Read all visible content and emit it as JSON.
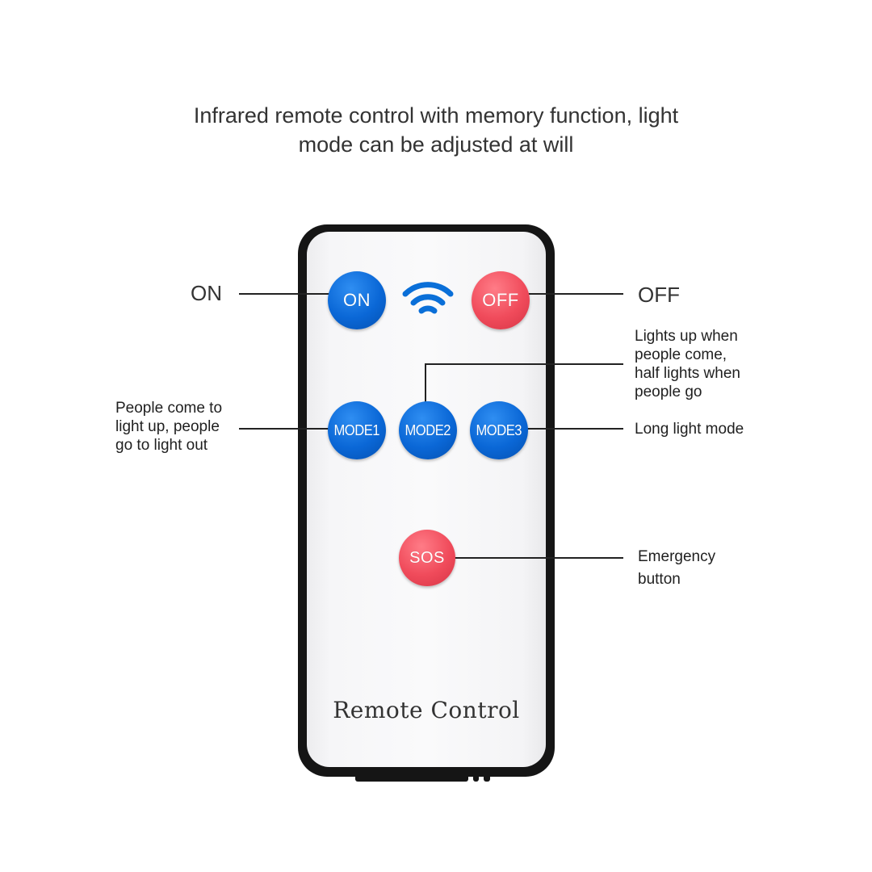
{
  "headline": {
    "line1": "Infrared remote control with memory function, light",
    "line2": "mode can be adjusted at will"
  },
  "remote": {
    "brand_label": "Remote Control",
    "buttons": {
      "on": "ON",
      "off": "OFF",
      "mode1": "MODE1",
      "mode2": "MODE2",
      "mode3": "MODE3",
      "sos": "SOS"
    },
    "signal_icon": "wifi-signal-icon"
  },
  "callouts": {
    "on": "ON",
    "off": "OFF",
    "mode1": [
      "People come to",
      "light up, people",
      "go to light out"
    ],
    "mode2": [
      "Lights up when",
      "people come,",
      "half lights when",
      "people go"
    ],
    "mode3": "Long light mode",
    "sos": [
      "Emergency",
      "button"
    ]
  },
  "colors": {
    "blue_button": "#0a67d6",
    "red_button": "#f04b5b",
    "remote_body": "#151515",
    "remote_face": "#f6f6f8"
  }
}
